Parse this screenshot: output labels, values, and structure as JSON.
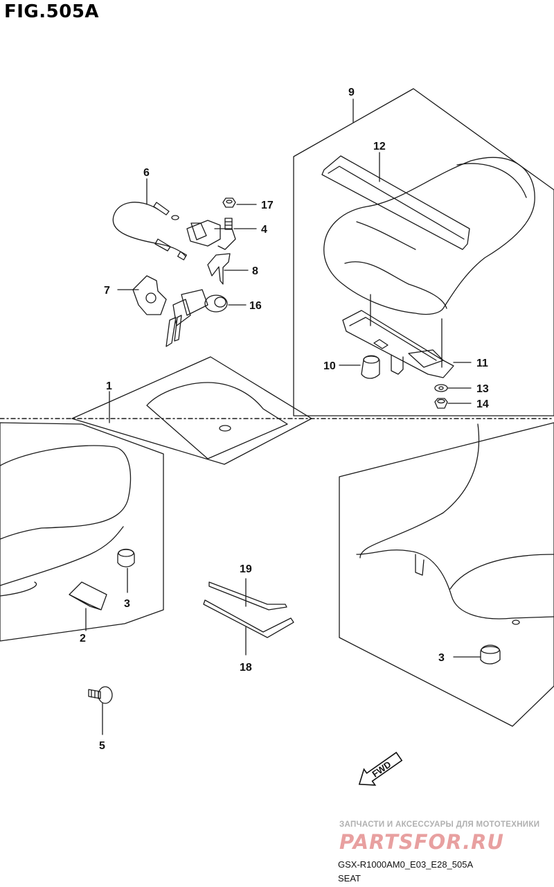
{
  "figure": {
    "title": "FIG.505A"
  },
  "callouts": [
    {
      "id": "c1",
      "label": "1"
    },
    {
      "id": "c2",
      "label": "2"
    },
    {
      "id": "c3a",
      "label": "3"
    },
    {
      "id": "c3b",
      "label": "3"
    },
    {
      "id": "c4",
      "label": "4"
    },
    {
      "id": "c5",
      "label": "5"
    },
    {
      "id": "c6",
      "label": "6"
    },
    {
      "id": "c7",
      "label": "7"
    },
    {
      "id": "c8",
      "label": "8"
    },
    {
      "id": "c9",
      "label": "9"
    },
    {
      "id": "c10",
      "label": "10"
    },
    {
      "id": "c11",
      "label": "11"
    },
    {
      "id": "c12",
      "label": "12"
    },
    {
      "id": "c13",
      "label": "13"
    },
    {
      "id": "c14",
      "label": "14"
    },
    {
      "id": "c16",
      "label": "16"
    },
    {
      "id": "c17",
      "label": "17"
    },
    {
      "id": "c18",
      "label": "18"
    },
    {
      "id": "c19",
      "label": "19"
    }
  ],
  "fwd_arrow": {
    "label": "FWD"
  },
  "watermark": {
    "tagline": "ЗАПЧАСТИ И АКСЕССУАРЫ ДЛЯ МОТОТЕХНИКИ",
    "logo": "PARTSFOR.RU"
  },
  "footer": {
    "model_code": "GSX-R1000AM0_E03_E28_505A",
    "section_name": "SEAT"
  },
  "colors": {
    "line": "#1a1a1a",
    "watermark_red": "#e8a0a0",
    "watermark_gray": "#b0b0b0"
  }
}
